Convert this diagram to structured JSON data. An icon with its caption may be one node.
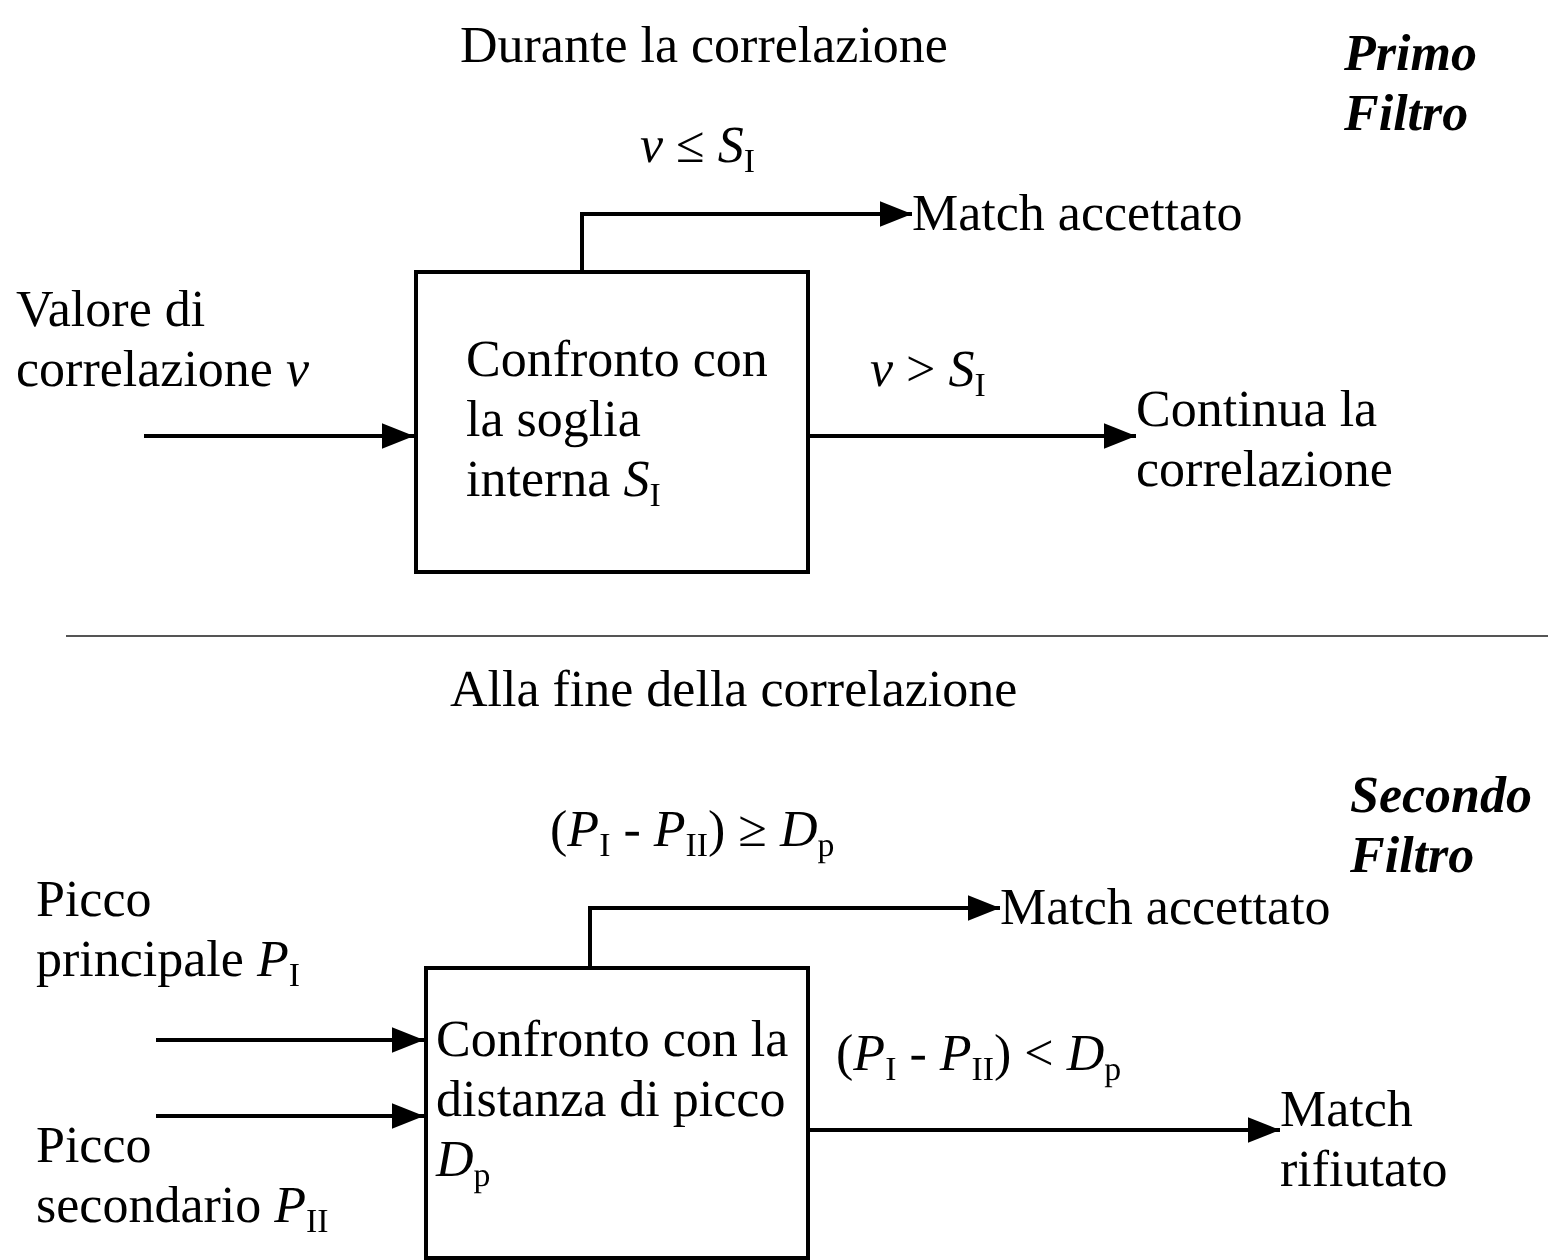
{
  "diagram": {
    "nodes": [
      {
        "text": [
          "Valore di correlazione *v*"
        ]
      },
      {
        "text": [
          "Confronto con la soglia interna *S*$_{I}$"
        ]
      },
      {
        "text": [
          "Match accettato"
        ]
      },
      {
        "text": [
          "Continua la correlazione"
        ]
      },
      {
        "text": [
          "Picco principale *P*$_{I}$"
        ]
      },
      {
        "text": [
          "Picco secondario *P*$_{II}$"
        ]
      },
      {
        "text": [
          "Confronto con la distanza di picco *D*$_{p}$"
        ]
      },
      {
        "text": [
          "Match accettato"
        ]
      },
      {
        "text": [
          "Match rifiutato"
        ]
      }
    ],
    "edges": [
      {
        "from": 0,
        "to": 1,
        "arrow": "to"
      },
      {
        "from": 1,
        "to": 2,
        "arrow": "to",
        "label": "*v* ≤ *S*$_{I}$"
      },
      {
        "from": 1,
        "to": 3,
        "arrow": "to",
        "label": "*v* > *S*$_{I}$"
      },
      {
        "from": 4,
        "to": 6,
        "arrow": "to"
      },
      {
        "from": 5,
        "to": 6,
        "arrow": "to"
      },
      {
        "from": 6,
        "to": 7,
        "arrow": "to",
        "label": "(*P*$_{I}$ - *P*$_{II}$) ≥ *D*$_{p}$"
      },
      {
        "from": 6,
        "to": 8,
        "arrow": "to",
        "label": "(*P*$_{I}$ - *P*$_{II}$) < *D*$_{p}$"
      }
    ],
    "labels": [
      "Durante la correlazione",
      "Primo Filtro",
      "Alla fine della correlazione",
      "Secondo Filtro"
    ]
  }
}
